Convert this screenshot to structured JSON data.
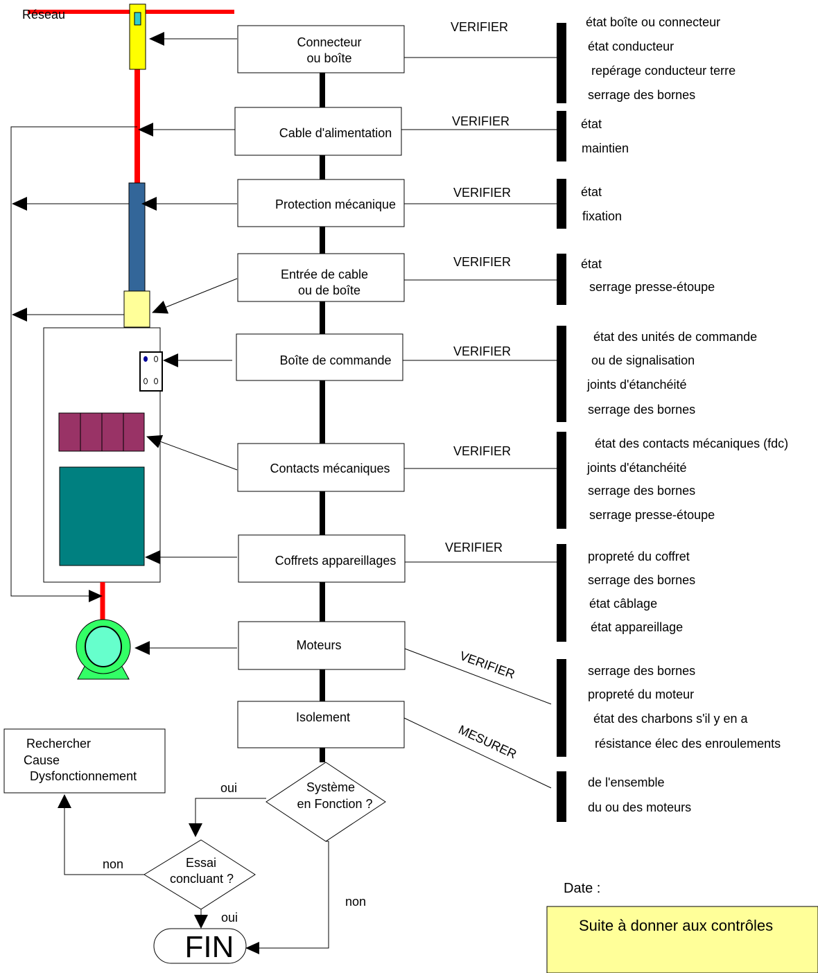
{
  "network_label": "Réseau",
  "boxes": {
    "connecteur": [
      "Connecteur",
      "ou boîte"
    ],
    "cable": [
      "Cable d'alimentation"
    ],
    "protection": [
      "Protection mécanique"
    ],
    "entree": [
      "Entrée de cable",
      "ou de boîte"
    ],
    "commande": [
      "Boîte de commande"
    ],
    "contacts": [
      "Contacts mécaniques"
    ],
    "coffrets": [
      "Coffrets appareillages"
    ],
    "moteurs": [
      "Moteurs"
    ],
    "isolement": [
      "Isolement"
    ]
  },
  "verbs": {
    "verifier": "VERIFIER",
    "mesurer": "MESURER"
  },
  "checks": {
    "connecteur": [
      "état boîte  ou connecteur",
      "état conducteur",
      "repérage conducteur terre",
      "serrage des bornes"
    ],
    "cable": [
      "état",
      "maintien"
    ],
    "protection": [
      "état",
      "fixation"
    ],
    "entree": [
      "état",
      "serrage presse-étoupe"
    ],
    "commande": [
      "état des unités de commande",
      "ou de signalisation",
      "joints d'étanchéité",
      "serrage des bornes"
    ],
    "contacts": [
      "état des contacts mécaniques (fdc)",
      "joints d'étanchéité",
      "serrage des bornes",
      "serrage presse-étoupe"
    ],
    "coffrets": [
      "propreté du coffret",
      "serrage des bornes",
      "état câblage",
      "état appareillage"
    ],
    "moteurs": [
      "serrage des bornes",
      "propreté du moteur",
      "état des charbons s'il y en a",
      "résistance élec des enroulements"
    ],
    "isolement": [
      "de l'ensemble",
      "du ou des moteurs"
    ]
  },
  "decisions": {
    "systeme": [
      "Système",
      "en Fonction ?"
    ],
    "essai": [
      "Essai",
      "concluant ?"
    ]
  },
  "branch_labels": {
    "oui1": "oui",
    "non1": "non",
    "non2": "non",
    "oui2": "oui"
  },
  "rechercher": [
    "Rechercher",
    "Cause",
    "Dysfonctionnement"
  ],
  "fin": "FIN",
  "date_label": "Date :",
  "suite_label": "Suite à donner aux contrôles",
  "colors": {
    "network_red": "#ff0000",
    "connector_yellow": "#ffff00",
    "conduit_blue": "#336699",
    "gland_yellow": "#ffff99",
    "contacts_purple": "#993366",
    "equipment_teal": "#008080",
    "motor_green": "#33ff66",
    "motor_inner": "#66ffcc",
    "led_blue": "#000099",
    "note_yellow": "#ffff99"
  }
}
